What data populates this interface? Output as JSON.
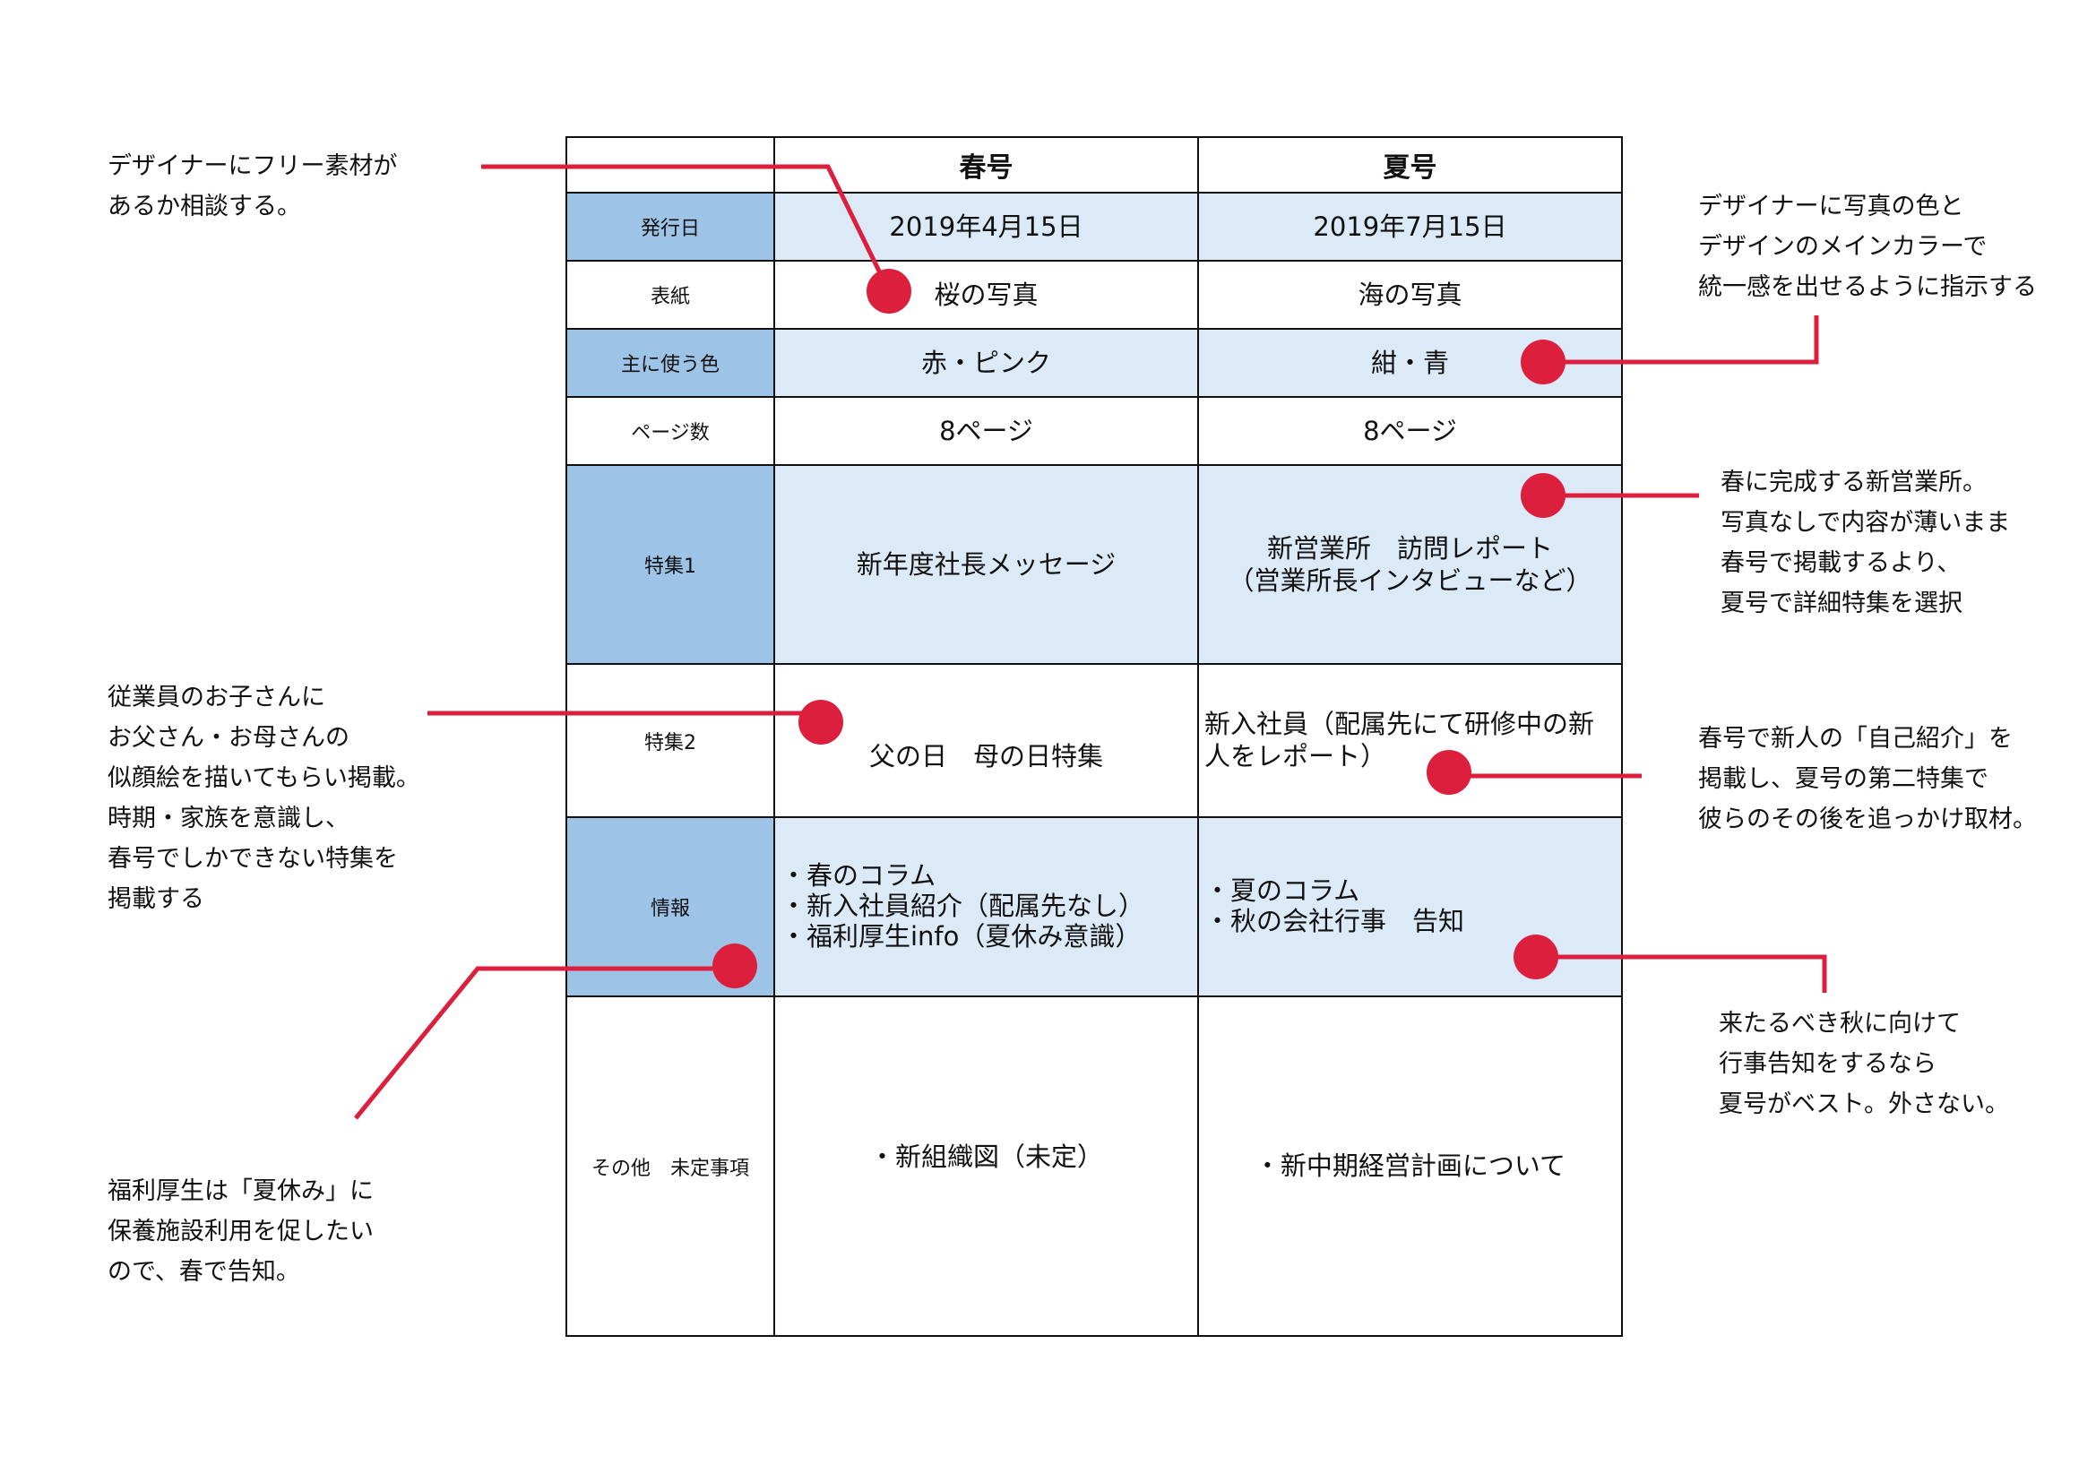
{
  "table": {
    "columns": [
      "",
      "春号",
      "夏号"
    ],
    "rows": [
      {
        "label": "発行日",
        "spring": "2019年4月15日",
        "summer": "2019年7月15日"
      },
      {
        "label": "表紙",
        "spring": "桜の写真",
        "summer": "海の写真"
      },
      {
        "label": "主に使う色",
        "spring": "赤・ピンク",
        "summer": "紺・青"
      },
      {
        "label": "ページ数",
        "spring": "8ページ",
        "summer": "8ページ"
      },
      {
        "label": "特集1",
        "spring": "新年度社長メッセージ",
        "summer": "新営業所　訪問レポート\n（営業所長インタビューなど）"
      },
      {
        "label": "特集2",
        "spring": "父の日　母の日特集",
        "summer": "新入社員（配属先にて研修中の新\n人をレポート）"
      },
      {
        "label": "情報",
        "spring": "・春のコラム\n・新入社員紹介（配属先なし）\n・福利厚生info（夏休み意識）",
        "summer": "・夏のコラム\n・秋の会社行事　告知"
      },
      {
        "label": "その他　未定事項",
        "spring": "・新組織図（未定）",
        "summer": "・新中期経営計画について"
      }
    ]
  },
  "annotations": {
    "a1": "デザイナーにフリー素材が\nあるか相談する。",
    "a2": "デザイナーに写真の色と\nデザインのメインカラーで\n統一感を出せるように指示する",
    "a3": "春に完成する新営業所。\n写真なしで内容が薄いまま\n春号で掲載するより、\n夏号で詳細特集を選択",
    "a4": "従業員のお子さんに\nお父さん・お母さんの\n似顔絵を描いてもらい掲載。\n時期・家族を意識し、\n春号でしかできない特集を\n掲載する",
    "a5": "春号で新人の「自己紹介」を\n掲載し、夏号の第二特集で\n彼らのその後を追っかけ取材。",
    "a6": "来たるべき秋に向けて\n行事告知をするなら\n夏号がベスト。外さない。",
    "a7": "福利厚生は「夏休み」に\n保養施設利用を促したい\nので、春で告知。"
  },
  "colors": {
    "accent_red": "#dc1f3c",
    "label_blue": "#9dc3e6",
    "cell_blue": "#dce9f6"
  }
}
